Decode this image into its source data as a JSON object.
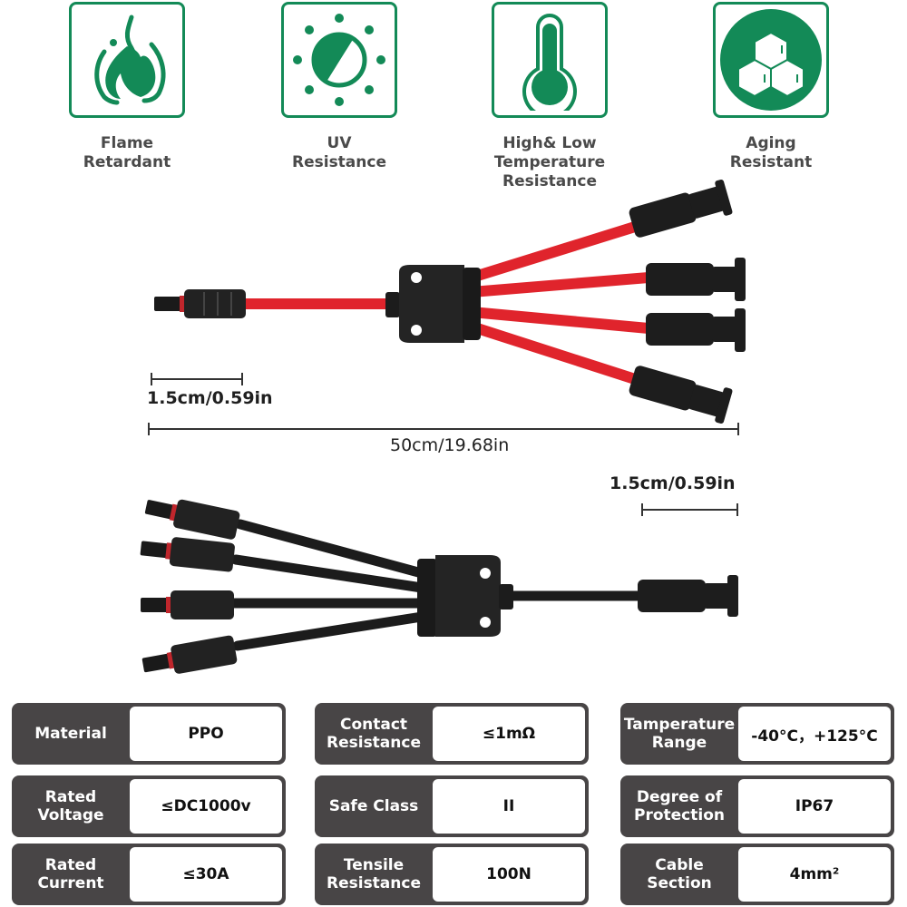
{
  "colors": {
    "accent_green": "#138a57",
    "spec_key_bg": "#484546",
    "cable_red": "#e0242c",
    "cable_black": "#1c1c1c"
  },
  "features": [
    {
      "icon": "flame-icon",
      "label": "Flame\nRetardant"
    },
    {
      "icon": "uv-sun-icon",
      "label": "UV\nResistance"
    },
    {
      "icon": "thermometer-icon",
      "label": "High& Low\nTemperature\nResistance"
    },
    {
      "icon": "hexagon-molecule-icon",
      "label": "Aging\nResistant"
    }
  ],
  "diagram_top": {
    "cable_color": "red",
    "connector_small_label": "1.5cm/0.59in",
    "total_length_label": "50cm/19.68in"
  },
  "diagram_bottom": {
    "cable_color": "black",
    "connector_small_label": "1.5cm/0.59in"
  },
  "specs": [
    {
      "key": "Material",
      "value": "PPO"
    },
    {
      "key": "Contact\nResistance",
      "value": "≤1mΩ"
    },
    {
      "key": "Tamperature\nRange",
      "value": "-40°C，+125°C"
    },
    {
      "key": "Rated\nVoltage",
      "value": "≤DC1000v"
    },
    {
      "key": "Safe Class",
      "value": "II"
    },
    {
      "key": "Degree of\nProtection",
      "value": "IP67"
    },
    {
      "key": "Rated\nCurrent",
      "value": "≤30A"
    },
    {
      "key": "Tensile\nResistance",
      "value": "100N"
    },
    {
      "key": "Cable\nSection",
      "value": "4mm²"
    }
  ]
}
